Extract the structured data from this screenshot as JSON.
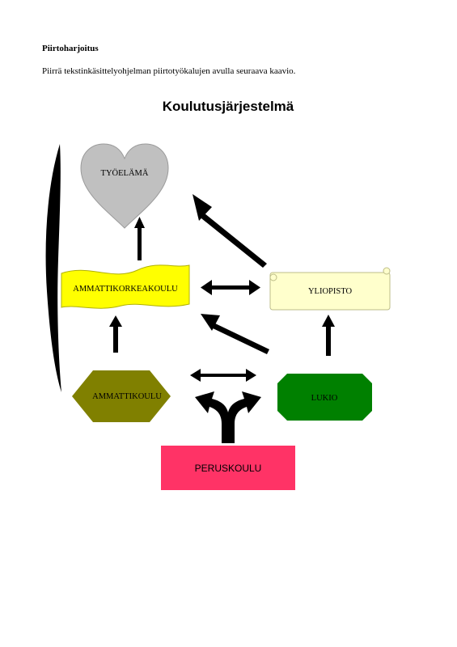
{
  "page": {
    "heading": "Piirtoharjoitus",
    "instruction": "Piirrä tekstinkäsittelyohjelman piirtotyökalujen avulla seuraava kaavio."
  },
  "diagram": {
    "title": "Koulutusjärjestelmä",
    "nodes": {
      "tyoelama": "TYÖELÄMÄ",
      "ammattikorkeakoulu": "AMMATTIKORKEAKOULU",
      "yliopisto": "YLIOPISTO",
      "ammattikoulu": "AMMATTIKOULU",
      "lukio": "LUKIO",
      "peruskoulu": "PERUSKOULU"
    },
    "colors": {
      "tyoelama": "#c0c0c0",
      "ammattikorkeakoulu": "#ffff00",
      "yliopisto": "#ffffcc",
      "ammattikoulu": "#808000",
      "lukio": "#008000",
      "peruskoulu": "#ff3366",
      "arrows": "#000000"
    }
  }
}
